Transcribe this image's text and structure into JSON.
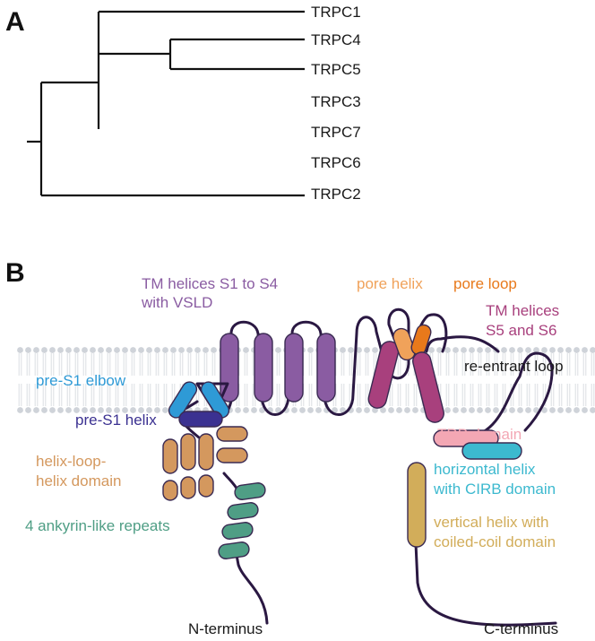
{
  "panels": {
    "a": "A",
    "b": "B"
  },
  "tree": {
    "leaves": [
      "TRPC1",
      "TRPC4",
      "TRPC5",
      "TRPC3",
      "TRPC7",
      "TRPC6",
      "TRPC2"
    ]
  },
  "labels": {
    "tm_s1_s4_line1": "TM helices S1 to S4",
    "tm_s1_s4_line2": "with VSLD",
    "pore_helix": "pore helix",
    "pore_loop": "pore loop",
    "tm_s5_s6_line1": "TM helices",
    "tm_s5_s6_line2": "S5 and S6",
    "pre_s1_elbow": "pre-S1 elbow",
    "re_entrant_loop": "re-entrant loop",
    "pre_s1_helix": "pre-S1 helix",
    "trp_domain": "TRP domain",
    "hlh_line1": "helix-loop-",
    "hlh_line2": "helix domain",
    "horizontal_line1": "horizontal helix",
    "horizontal_line2": "with CIRB domain",
    "ankyrin": "4 ankyrin-like repeats",
    "vertical_line1": "vertical helix with",
    "vertical_line2": "coiled-coil domain",
    "n_terminus": "N-terminus",
    "c_terminus": "C-terminus"
  },
  "colors": {
    "s1_s4": "#8a5ca2",
    "pore_helix": "#f0a25a",
    "pore_loop": "#e8791b",
    "s5_s6": "#a8407d",
    "pre_s1_elbow": "#2e9ad6",
    "pre_s1_helix": "#3b3191",
    "trp": "#f3a7b4",
    "hlh": "#d4985e",
    "horizontal": "#3cb9cf",
    "ankyrin": "#4f9e85",
    "vertical": "#d2ad5a",
    "chain": "#2a1842",
    "membrane": "#c8ccd3"
  }
}
